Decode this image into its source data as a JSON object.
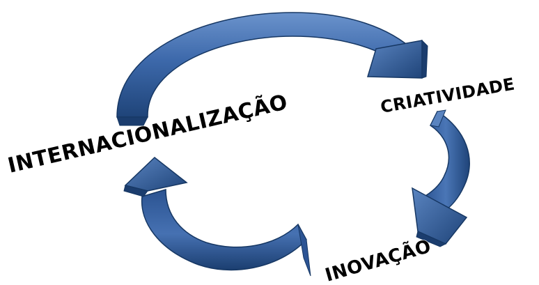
{
  "diagram": {
    "labels": {
      "internacionalizacao": "INTERNACIONALIZAÇÃO",
      "criatividade": "CRIATIVIDADE",
      "inovacao": "INOVAÇÃO"
    },
    "colors": {
      "arrow_fill_light": "#5a84c0",
      "arrow_fill_mid": "#3a66a8",
      "arrow_fill_dark": "#1f4479",
      "arrow_edge": "#163763",
      "label_text": "#000000",
      "background": "#ffffff"
    }
  }
}
